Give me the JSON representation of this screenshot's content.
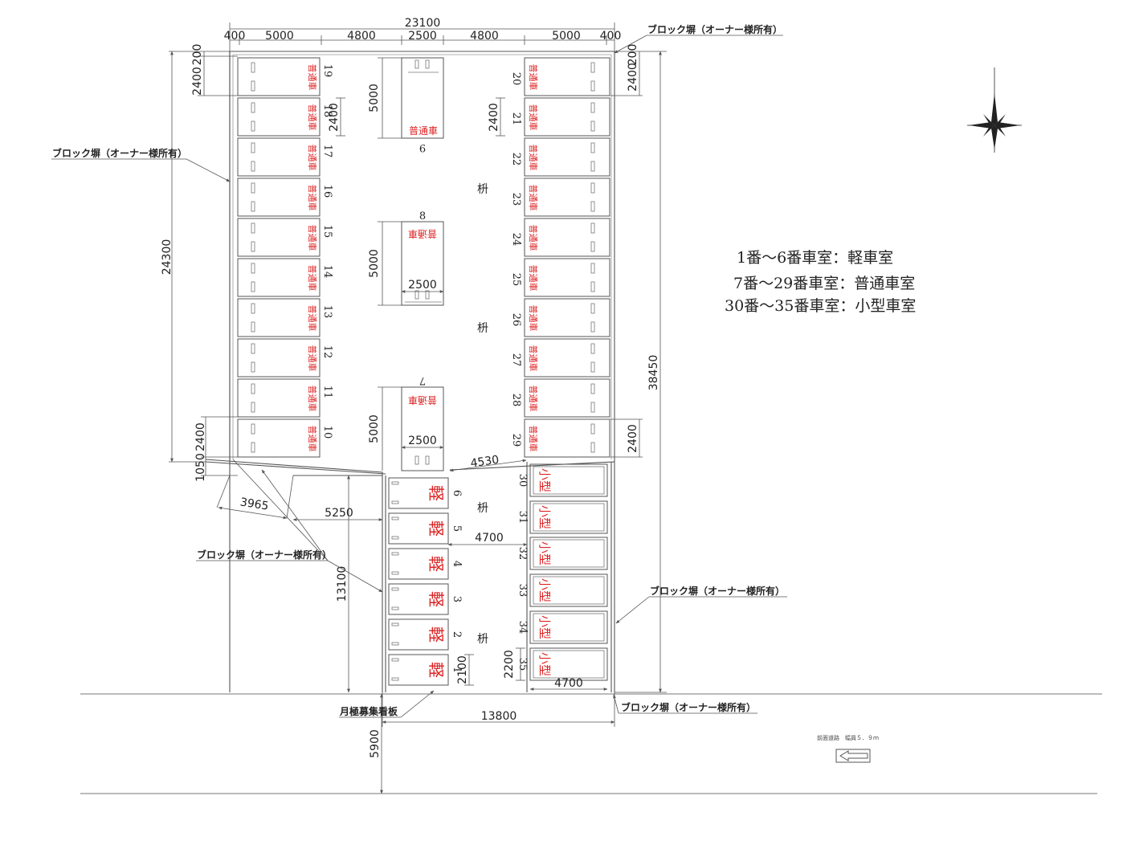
{
  "legend": [
    "1番〜6番車室：軽車室",
    "7番〜29番車室：普通車室",
    "30番〜35番車室：小型車室"
  ],
  "road_note": "前面道路　幅員５．９ｍ",
  "block_wall_label": "ブロック塀（オーナー様所有）",
  "sign_board_label": "月極募集看板",
  "masu_label": "枡",
  "stall_types": {
    "kei": "軽",
    "futsu": "普通車",
    "kogata": "小型"
  },
  "stalls": {
    "left_column": [
      "19",
      "18",
      "17",
      "16",
      "15",
      "14",
      "13",
      "12",
      "11",
      "10"
    ],
    "right_column": [
      "20",
      "21",
      "22",
      "23",
      "24",
      "25",
      "26",
      "27",
      "28",
      "29"
    ],
    "center_column": [
      "9",
      "8",
      "7"
    ],
    "kei_column": [
      "6",
      "5",
      "4",
      "3",
      "2",
      "1"
    ],
    "kogata_column": [
      "30",
      "31",
      "32",
      "33",
      "34",
      "35"
    ]
  },
  "dimensions": {
    "total_width": "23100",
    "top_segments": [
      "400",
      "5000",
      "4800",
      "2500",
      "4800",
      "5000",
      "400"
    ],
    "top_small_left": "200",
    "top_small_right": "200",
    "left_top_height": "2400",
    "right_top_height": "2400",
    "stall_18_height": "2400",
    "stall_21_height": "2400",
    "center_len_9": "5000",
    "center_len_8": "5000",
    "center_len_7": "5000",
    "center_width_8": "2500",
    "center_width_7": "2500",
    "upper_height": "24300",
    "total_height": "38450",
    "left_bottom_1050": "1050",
    "left_bottom_2400": "2400",
    "right_bottom_2400": "2400",
    "diag_4530": "4530",
    "diag_3965": "3965",
    "width_5250": "5250",
    "width_4700_mid": "4700",
    "lower_height": "13100",
    "kei_height": "2100",
    "kogata_height": "2200",
    "width_4700_bottom": "4700",
    "bottom_width": "13800",
    "road_width": "5900"
  }
}
